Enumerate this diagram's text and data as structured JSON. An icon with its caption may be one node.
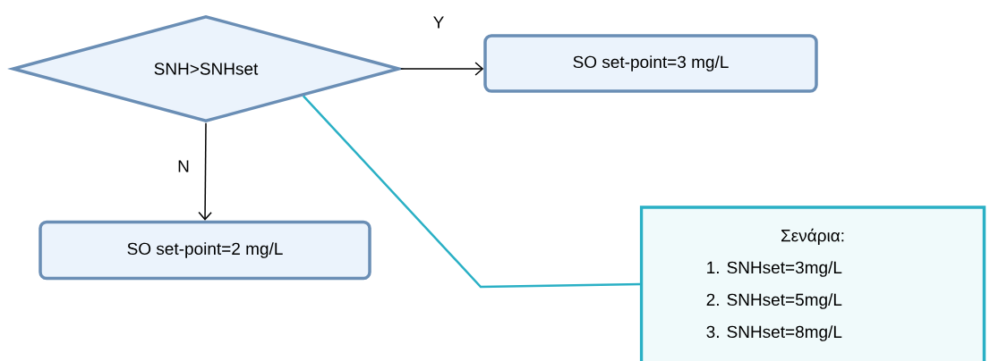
{
  "diagram": {
    "nodes": [
      {
        "text": [
          "SNH>SNHset"
        ]
      },
      {
        "text": [
          "SO set-point=3 mg/L"
        ]
      },
      {
        "text": [
          "SO set-point=2 mg/L"
        ]
      },
      {
        "text": [
          "Σενάρια:",
          "1. SNHset=3mg/L",
          "2. SNHset=5mg/L",
          "3. SNHset=8mg/L"
        ]
      }
    ],
    "edges": [
      {
        "from": 0,
        "to": 1,
        "arrow": "to",
        "label": "Y"
      },
      {
        "from": 0,
        "to": 2,
        "arrow": "to",
        "label": "N"
      },
      {
        "from": 3,
        "to": 0,
        "arrow": "none",
        "color": "#2ab0c5"
      }
    ]
  }
}
